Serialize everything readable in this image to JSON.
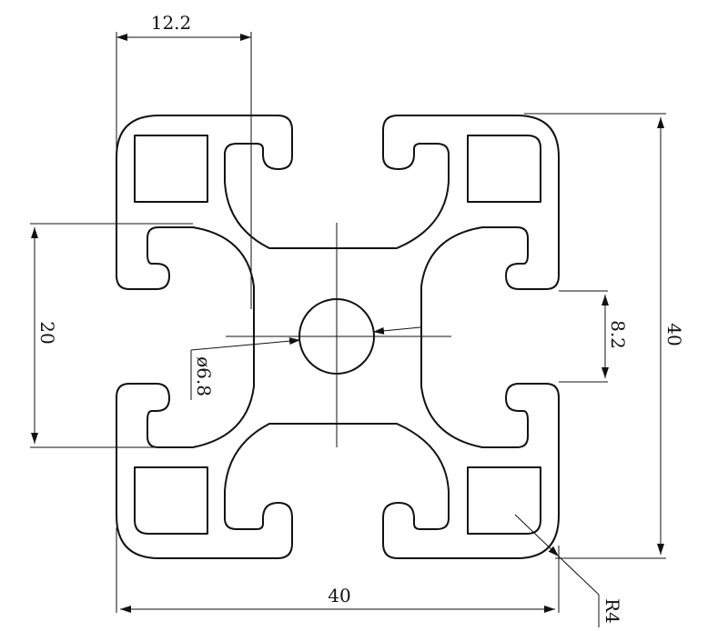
{
  "dimensions": {
    "top_width": "12.2",
    "left_height": "20",
    "hole_diameter": "ø6.8",
    "slot_width": "8.2",
    "right_height": "40",
    "bottom_width": "40",
    "corner_radius": "R4"
  }
}
